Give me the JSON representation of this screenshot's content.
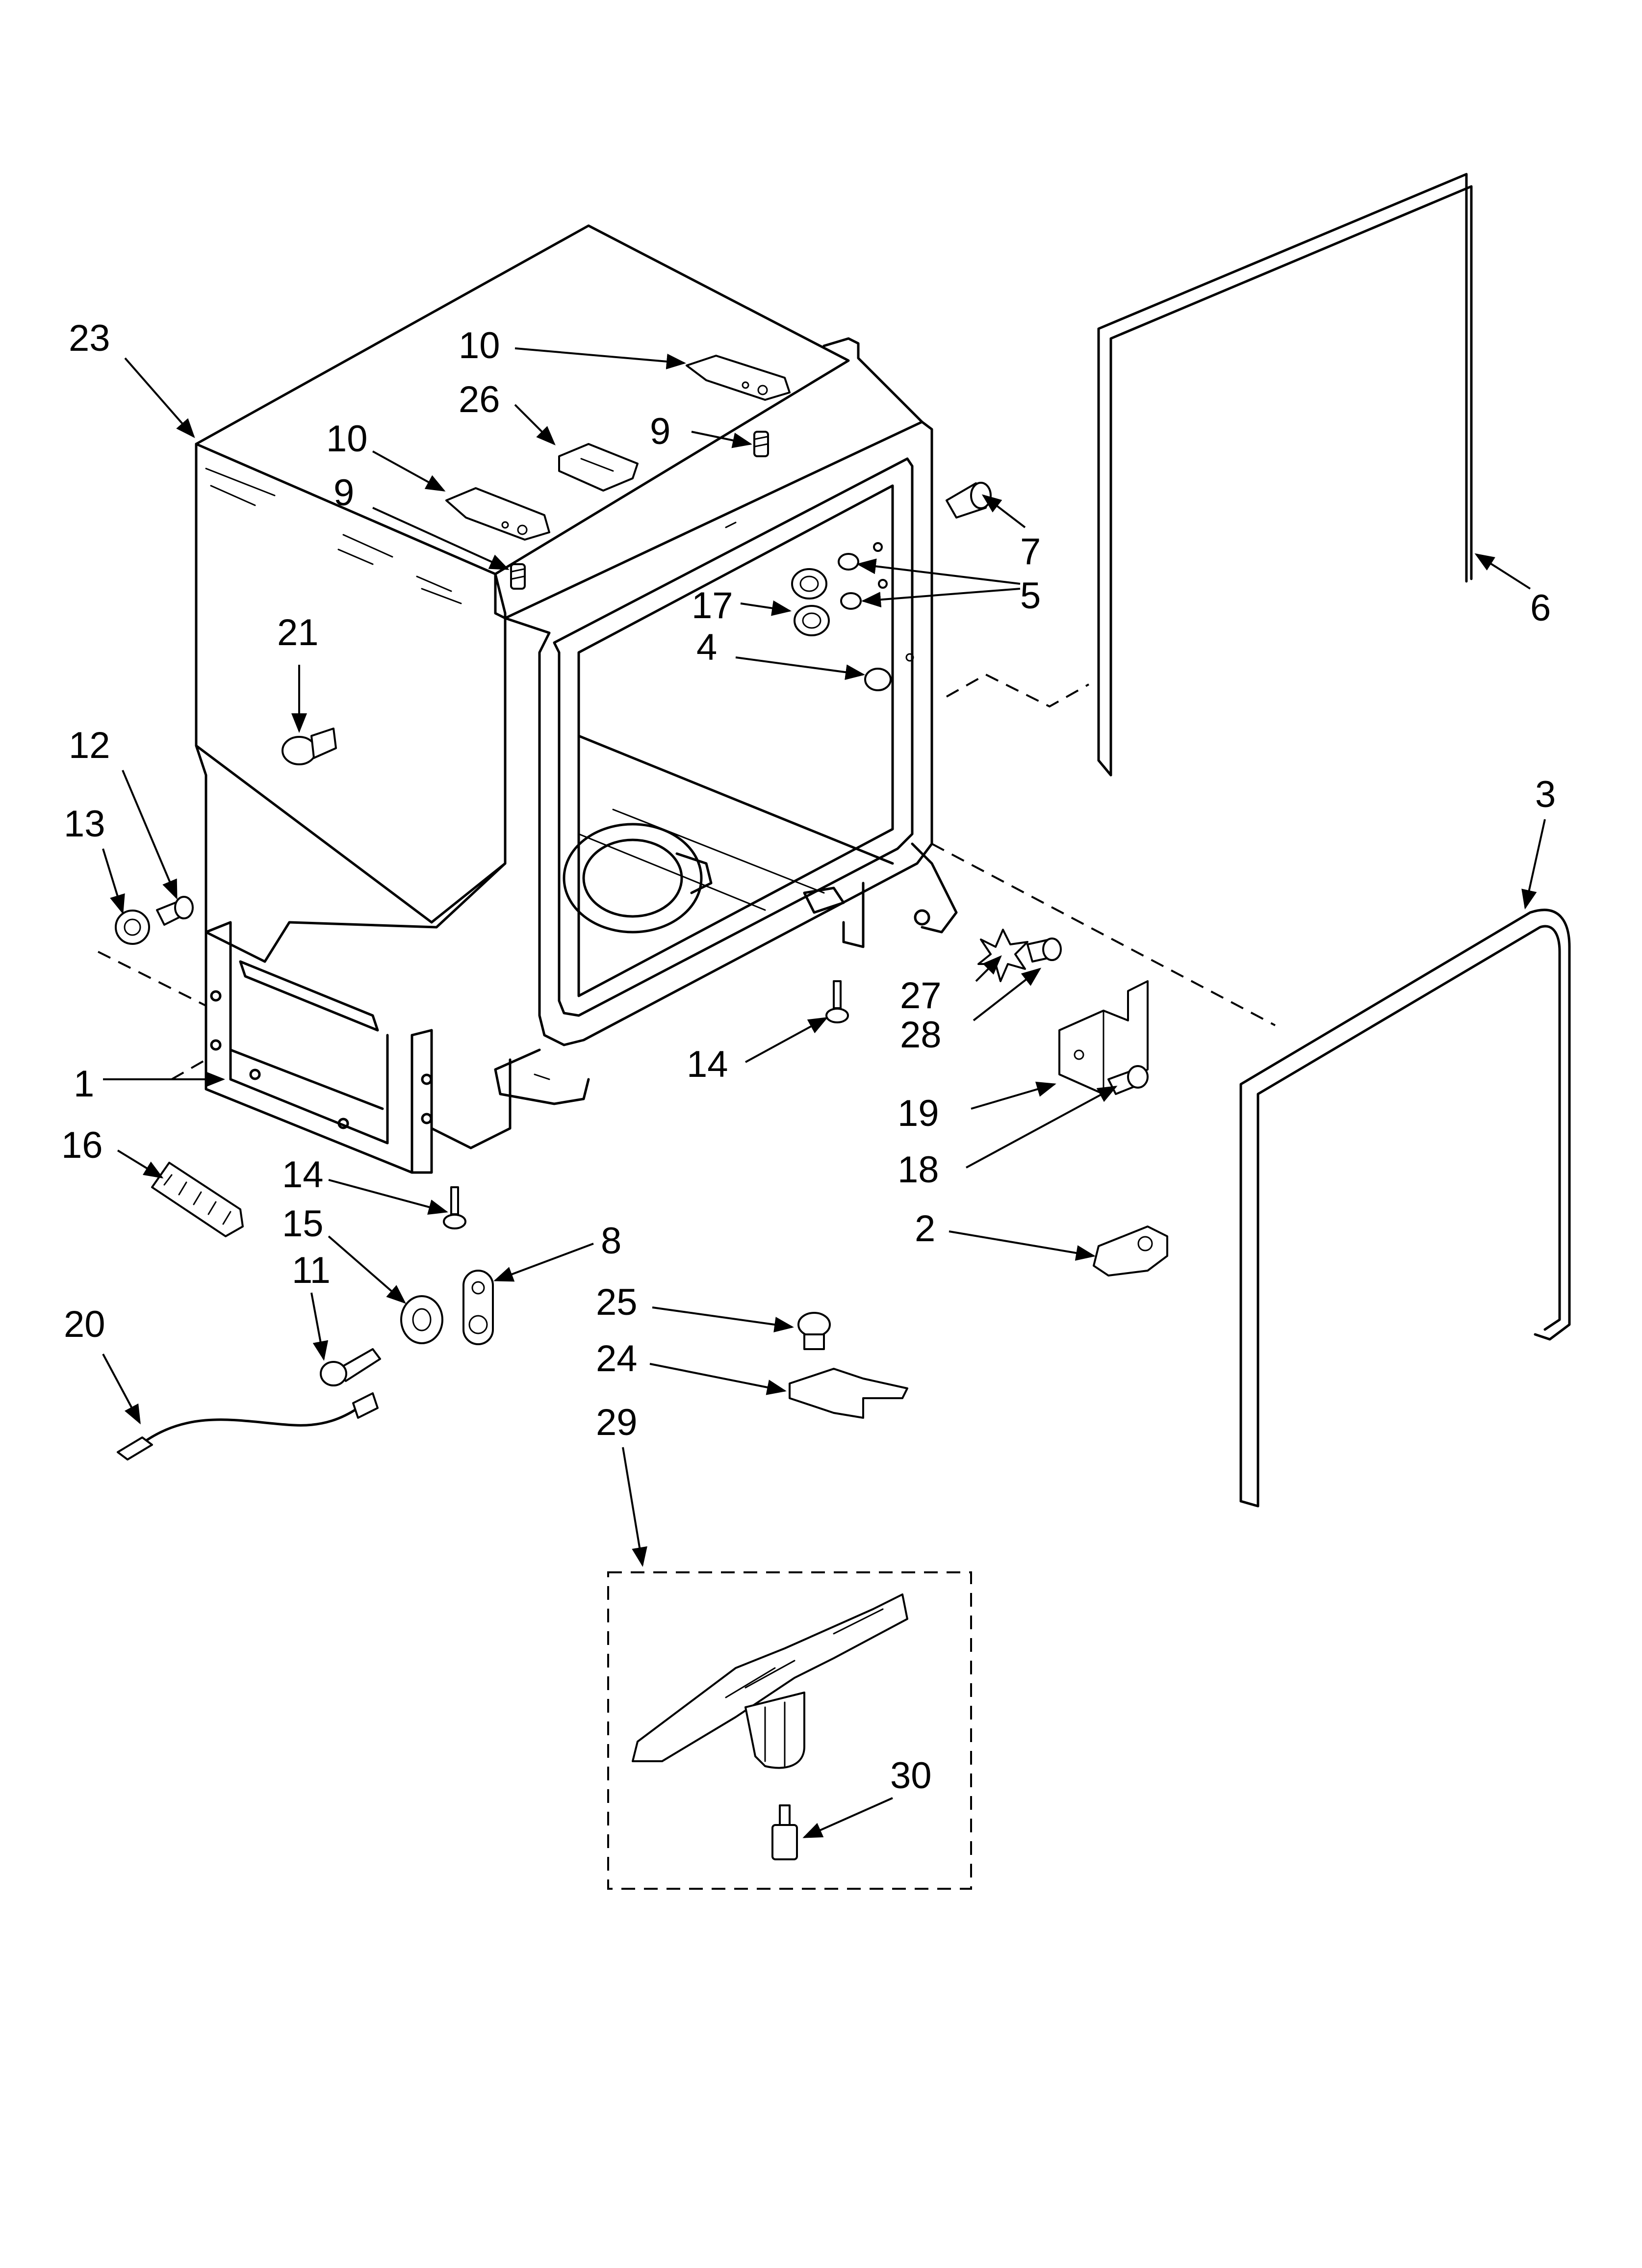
{
  "callouts": {
    "c1": "1",
    "c2": "2",
    "c3": "3",
    "c4": "4",
    "c5": "5",
    "c6": "6",
    "c7": "7",
    "c8": "8",
    "c9a": "9",
    "c9b": "9",
    "c10a": "10",
    "c10b": "10",
    "c11": "11",
    "c12": "12",
    "c13": "13",
    "c14a": "14",
    "c14b": "14",
    "c15": "15",
    "c16": "16",
    "c17": "17",
    "c18": "18",
    "c19": "19",
    "c20": "20",
    "c21": "21",
    "c23": "23",
    "c24": "24",
    "c25": "25",
    "c26": "26",
    "c27": "27",
    "c28": "28",
    "c29": "29",
    "c30": "30"
  }
}
